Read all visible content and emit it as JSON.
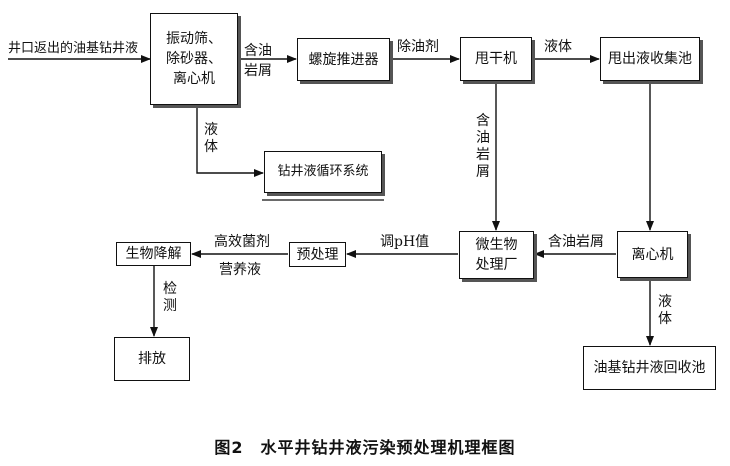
{
  "source_label": "井口返出的油基钻井液",
  "nodes": {
    "screen": "振动筛、\n除砂器、\n离心机",
    "screw": "螺旋推进器",
    "dryer": "甩干机",
    "pool1": "甩出液收集池",
    "circ": "钻井液循环系统",
    "microbe": "微生物\n处理厂",
    "centrifuge": "离心机",
    "pretreat": "预处理",
    "biodeg": "生物降解",
    "discharge": "排放",
    "recycle": "油基钻井液回收池"
  },
  "edge_labels": {
    "oily_cuttings_1": "含油\n岩屑",
    "oil_remover": "除油剂",
    "liquid_1": "液体",
    "liquid_2": "液体",
    "oily_cuttings_v": "含油岩屑",
    "oily_cuttings_2": "含油岩屑",
    "liquid_3": "液体",
    "adjust_ph": "调pH值",
    "bacteria": "高效菌剂",
    "nutrient": "营养液",
    "detect": "检测"
  },
  "caption": "图2　水平井钻井液污染预处理机理框图"
}
